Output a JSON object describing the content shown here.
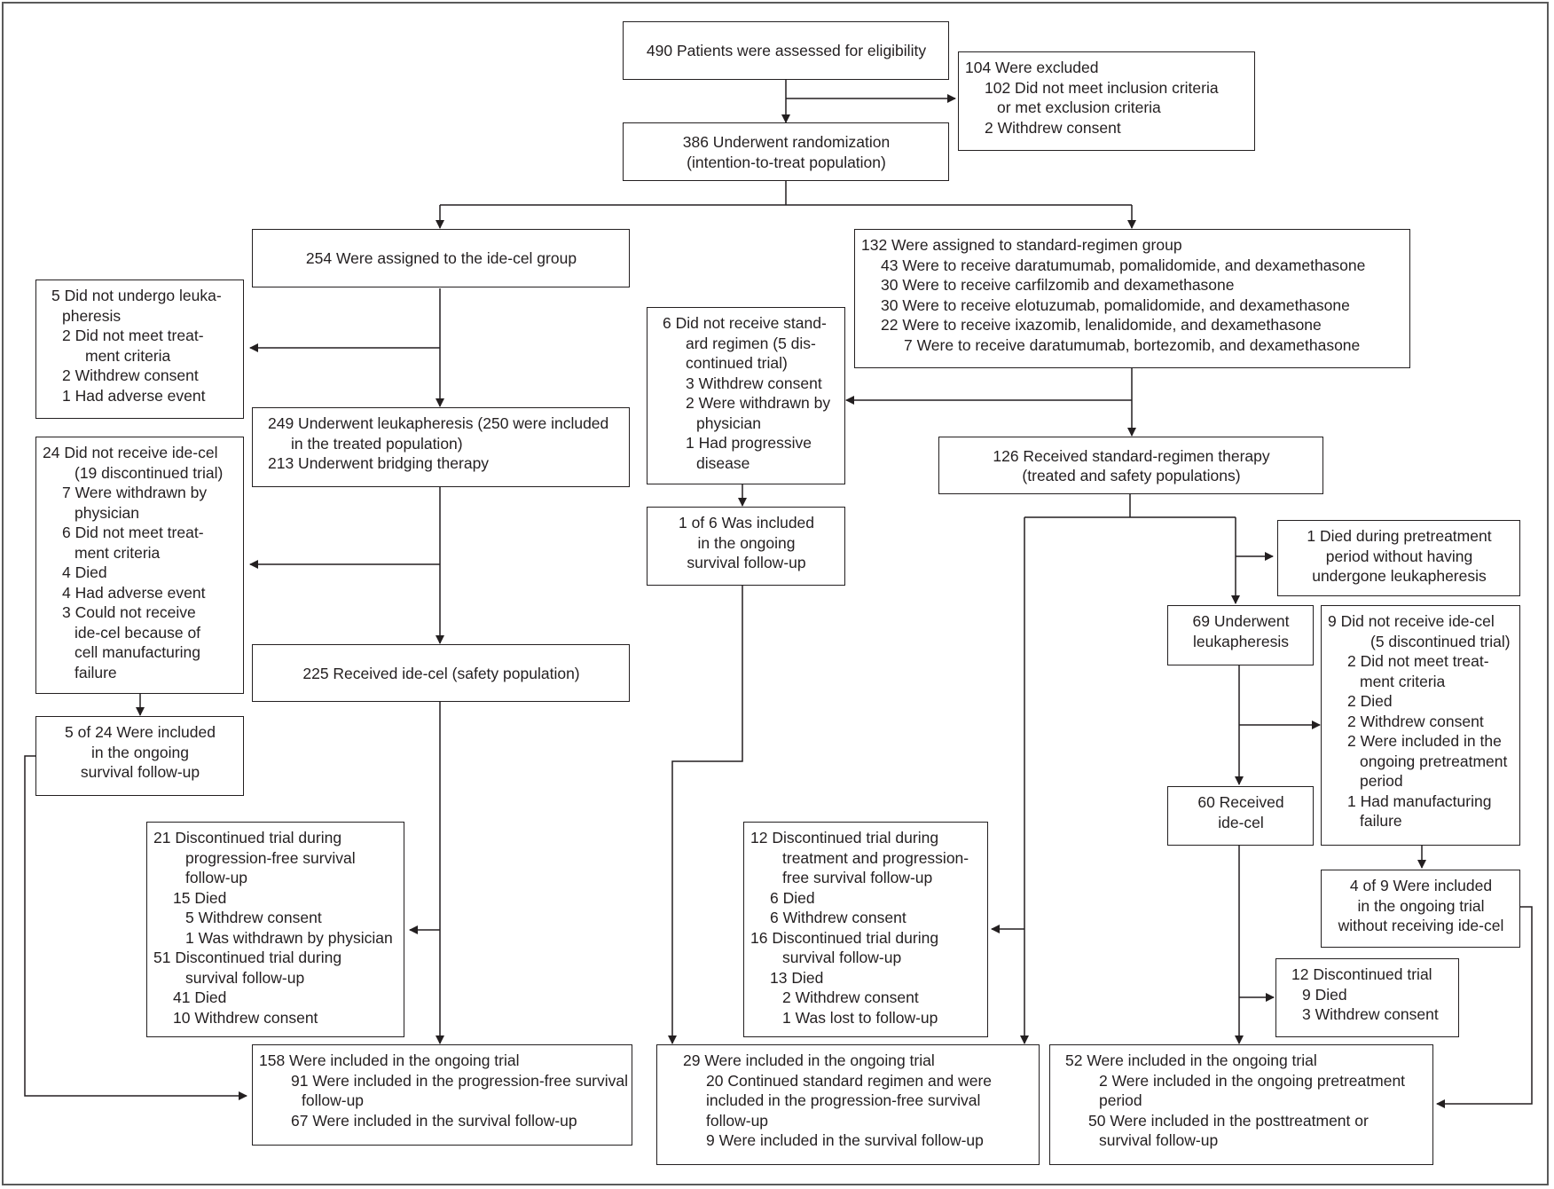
{
  "boxes": {
    "eligibility": [
      "490 Patients were assessed for eligibility"
    ],
    "excluded": [
      "104 Were excluded",
      "102 Did not meet inclusion criteria",
      "or met exclusion criteria",
      "2 Withdrew consent"
    ],
    "randomization": [
      "386 Underwent randomization",
      "(intention-to-treat population)"
    ],
    "idecel_assigned": [
      "254 Were assigned to the ide-cel group"
    ],
    "standard_assigned": [
      "132 Were assigned to standard-regimen group",
      "43 Were to receive daratumumab, pomalidomide, and dexamethasone",
      "30 Were to receive carfilzomib and dexamethasone",
      "30 Were to receive elotuzumab, pomalidomide, and dexamethasone",
      "22 Were to receive ixazomib, lenalidomide, and dexamethasone",
      "7 Were to receive daratumumab, bortezomib, and dexamethasone"
    ],
    "no_leukapheresis": [
      "5 Did not undergo leuka-",
      "pheresis",
      "2 Did not meet treat-",
      "ment criteria",
      "2 Withdrew consent",
      "1 Had adverse event"
    ],
    "leukapheresis": [
      "249 Underwent leukapheresis (250 were included",
      "in the treated population)",
      "213 Underwent bridging therapy"
    ],
    "no_idecel": [
      "24 Did not receive ide-cel",
      "(19 discontinued trial)",
      "7 Were withdrawn by",
      "physician",
      "6 Did not meet treat-",
      "ment criteria",
      "4 Died",
      "4 Had adverse event",
      "3 Could not receive",
      "ide-cel because of",
      "cell manufacturing",
      "failure"
    ],
    "received_idecel": [
      "225 Received ide-cel (safety population)"
    ],
    "included_5of24": [
      "5 of 24 Were included",
      "in the ongoing",
      "survival follow-up"
    ],
    "disc_idecel": [
      "21 Discontinued trial during",
      "progression-free survival",
      "follow-up",
      "15 Died",
      "5 Withdrew consent",
      "1 Was withdrawn by physician",
      "51 Discontinued trial during",
      "survival follow-up",
      "41 Died",
      "10 Withdrew consent"
    ],
    "ongoing_idecel": [
      "158 Were included in the ongoing trial",
      "91 Were included in the progression-free survival",
      "follow-up",
      "67 Were included in the survival follow-up"
    ],
    "no_standard": [
      "6 Did not receive stand-",
      "ard regimen (5 dis-",
      "continued trial)",
      "3 Withdrew consent",
      "2 Were withdrawn by",
      "physician",
      "1 Had progressive",
      "disease"
    ],
    "included_1of6": [
      "1 of 6 Was included",
      "in the ongoing",
      "survival follow-up"
    ],
    "received_standard": [
      "126 Received standard-regimen therapy",
      "(treated and safety populations)"
    ],
    "died_pretreatment": [
      "1 Died during pretreatment",
      "period without having",
      "undergone leukapheresis"
    ],
    "underwent_leuk69": [
      "69 Underwent",
      "leukapheresis"
    ],
    "no_idecel9": [
      "9 Did not receive ide-cel",
      "(5 discontinued trial)",
      "2 Did not meet treat-",
      "ment criteria",
      "2 Died",
      "2 Withdrew consent",
      "2 Were included in the",
      "ongoing pretreatment",
      "period",
      "1 Had manufacturing",
      "failure"
    ],
    "received_idecel60": [
      "60 Received",
      "ide-cel"
    ],
    "included_4of9": [
      "4 of 9 Were included",
      "in the ongoing trial",
      "without receiving ide-cel"
    ],
    "disc_standard": [
      "12 Discontinued trial during",
      "treatment and progression-",
      "free survival follow-up",
      "6 Died",
      "6 Withdrew consent",
      "16 Discontinued trial during",
      "survival follow-up",
      "13 Died",
      "2 Withdrew consent",
      "1 Was lost to follow-up"
    ],
    "disc12": [
      "12 Discontinued trial",
      "9 Died",
      "3 Withdrew consent"
    ],
    "ongoing_standard": [
      "29 Were included in the ongoing trial",
      "20 Continued standard regimen and were",
      "included in the progression-free survival",
      "follow-up",
      "9 Were included in the survival follow-up"
    ],
    "ongoing_crossover": [
      "52 Were included in the ongoing trial",
      "2 Were included in the ongoing pretreatment",
      "period",
      "50 Were included in the posttreatment or",
      "survival follow-up"
    ]
  }
}
